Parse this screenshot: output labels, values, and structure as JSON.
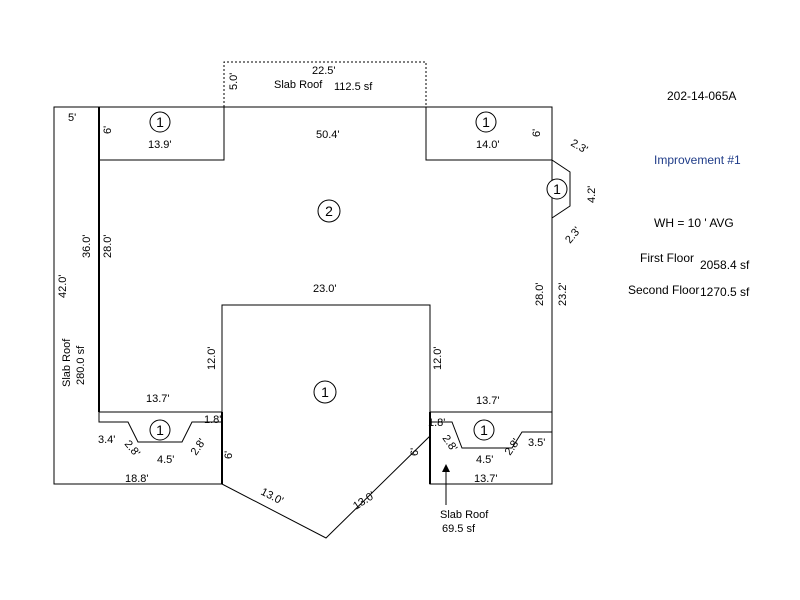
{
  "sheet_id": "202-14-065A",
  "improvement": "Improvement #1",
  "wall_height": "WH = 10 ' AVG",
  "first_floor": {
    "label": "First Floor",
    "value": "2058.4 sf"
  },
  "second_floor": {
    "label": "Second Floor",
    "value": "1270.5 sf"
  },
  "top_slab": {
    "label": "Slab Roof",
    "area": "112.5 sf",
    "width": "22.5'",
    "depth": "5.0'"
  },
  "left_slab": {
    "label": "Slab Roof",
    "area": "280.0 sf"
  },
  "bottom_slab": {
    "label": "Slab Roof",
    "area": "69.5 sf"
  },
  "areas": {
    "top_left": "1",
    "top_right": "1",
    "bay": "1",
    "center": "2",
    "front": "1",
    "bottom_left": "1",
    "bottom_right": "1"
  },
  "dims": {
    "top_left_offset": "5'",
    "top_left_depth": "6'",
    "top_left_width": "13.9'",
    "top_center": "50.4'",
    "top_right_width": "14.0'",
    "top_right_depth": "6'",
    "bay_top": "2.3'",
    "bay_side": "4.2'",
    "bay_bottom": "2.3'",
    "left_outer": "42.0'",
    "left_inner": "36.0'",
    "left_wall": "28.0'",
    "right_wall": "28.0'",
    "right_outer": "23.2'",
    "notch_top": "23.0'",
    "notch_left": "12.0'",
    "notch_right": "12.0'",
    "left_lower": "13.7'",
    "right_lower": "13.7'",
    "left_step": "1.8'",
    "right_step": "1.8'",
    "bl_edge": "3.4'",
    "bl_diag1": "2.8'",
    "bl_mid": "4.5'",
    "bl_diag2": "2.8'",
    "bl_depth": "6'",
    "bl_bottom": "18.8'",
    "br_depth": "6'",
    "br_diag1": "2.8'",
    "br_mid": "4.5'",
    "br_diag2": "2.8'",
    "br_edge": "3.5'",
    "br_bottom": "13.7'",
    "v_left": "13.0'",
    "v_right": "13.0'"
  }
}
